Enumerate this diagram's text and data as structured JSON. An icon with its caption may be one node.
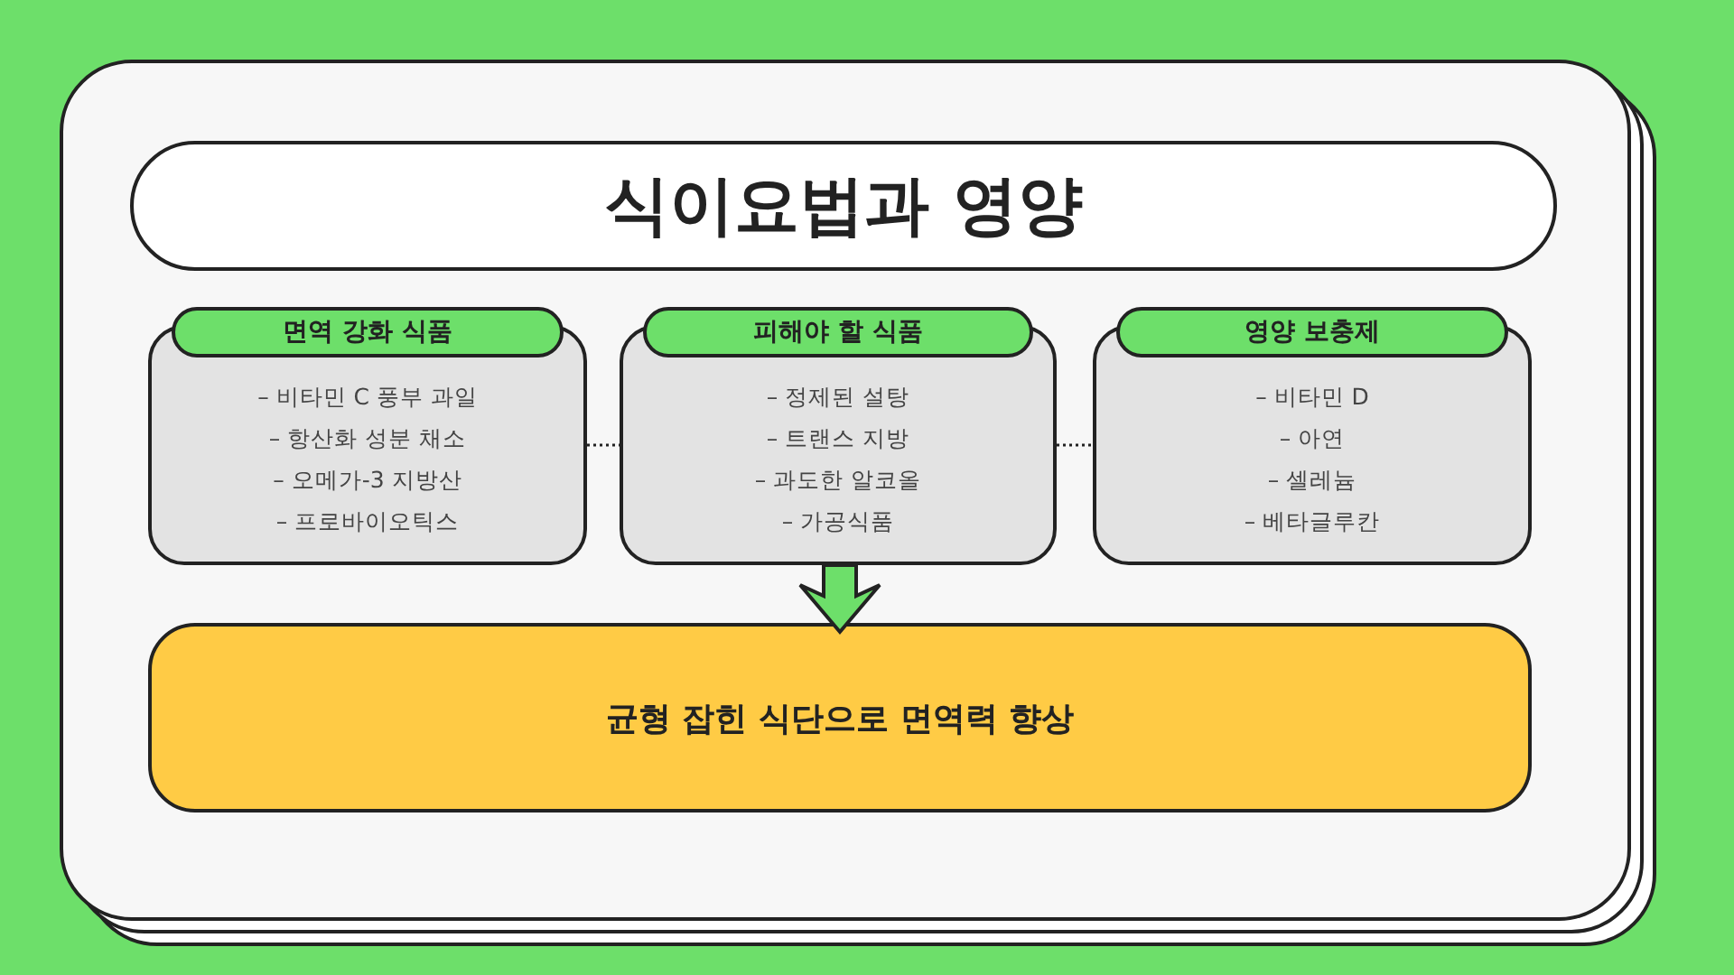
{
  "diagram": {
    "title": "식이요법과 영양",
    "nodes": [
      {
        "text": [
          "면역 강화 식품"
        ]
      },
      {
        "text": [
          "– 비타민 C 풍부 과일",
          "– 항산화 성분 채소",
          "– 오메가-3 지방산",
          "– 프로바이오틱스"
        ]
      },
      {
        "text": [
          "피해야 할 식품"
        ]
      },
      {
        "text": [
          "– 정제된 설탕",
          "– 트랜스 지방",
          "– 과도한 알코올",
          "– 가공식품"
        ]
      },
      {
        "text": [
          "영양 보충제"
        ]
      },
      {
        "text": [
          "– 비타민 D",
          "– 아연",
          "– 셀레늄",
          "– 베타글루칸"
        ]
      },
      {
        "text": [
          "균형 잡힌 식단으로 면역력 향상"
        ]
      }
    ],
    "edges": [
      {
        "from": 1,
        "to": 3,
        "arrow": "none",
        "style": "dashed"
      },
      {
        "from": 3,
        "to": 5,
        "arrow": "none",
        "style": "dashed"
      },
      {
        "from": 3,
        "to": 6,
        "arrow": "to",
        "style": "thick",
        "color": "#6ddf6a"
      }
    ]
  }
}
